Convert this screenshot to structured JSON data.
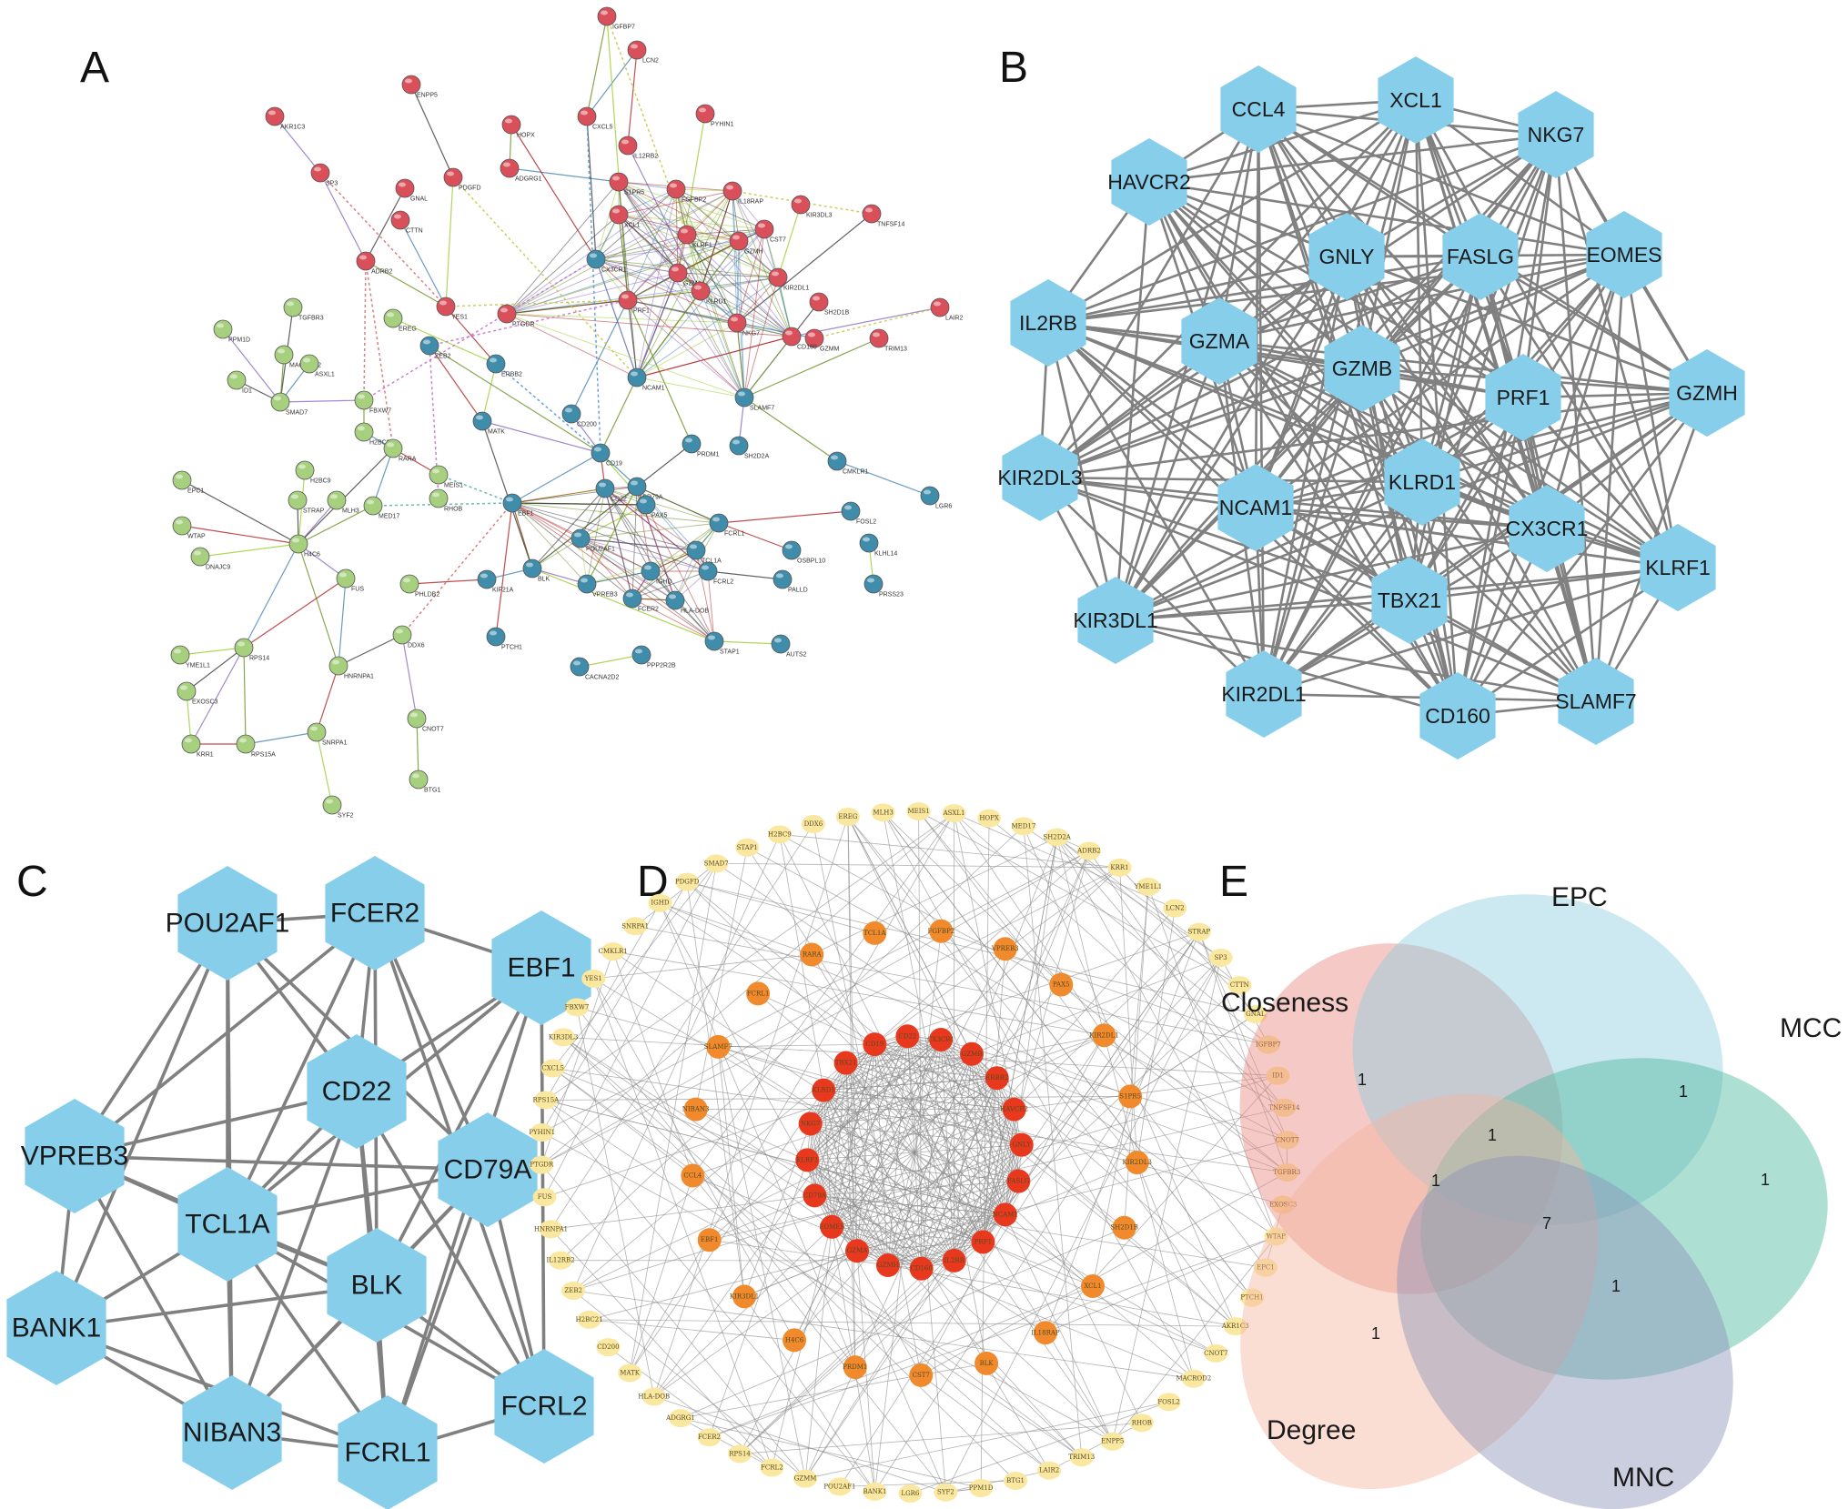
{
  "panels": {
    "a": "A",
    "b": "B",
    "c": "C",
    "d": "D",
    "e": "E"
  },
  "colors": {
    "hex": "#87CEEB",
    "edge": "#808080",
    "nodeRed": "#d9505a",
    "nodeGreen": "#a6cf7e",
    "nodeBlue": "#3f8cab",
    "dInner": "#e8391f",
    "dMid": "#f08a2c",
    "dOuter": "#fbe8a0"
  },
  "panelA": {
    "nodes": [
      {
        "label": "IGFBP7",
        "c": "r"
      },
      {
        "label": "LCN2",
        "c": "r"
      },
      {
        "label": "ENPP5",
        "c": "r"
      },
      {
        "label": "AKR1C3",
        "c": "r"
      },
      {
        "label": "CXCL5",
        "c": "r"
      },
      {
        "label": "PYHIN1",
        "c": "r"
      },
      {
        "label": "HOPX",
        "c": "r"
      },
      {
        "label": "SP3",
        "c": "r"
      },
      {
        "label": "ADGRG1",
        "c": "r"
      },
      {
        "label": "IL12RB2",
        "c": "r"
      },
      {
        "label": "PDGFD",
        "c": "r"
      },
      {
        "label": "GNAL",
        "c": "r"
      },
      {
        "label": "S1PR5",
        "c": "r"
      },
      {
        "label": "FGFBP2",
        "c": "r"
      },
      {
        "label": "IL18RAP",
        "c": "r"
      },
      {
        "label": "KIR3DL3",
        "c": "r"
      },
      {
        "label": "TNFSF14",
        "c": "r"
      },
      {
        "label": "CST7",
        "c": "r"
      },
      {
        "label": "CTTN",
        "c": "r"
      },
      {
        "label": "ADRB2",
        "c": "r"
      },
      {
        "label": "YES1",
        "c": "r"
      },
      {
        "label": "XCL1",
        "c": "r"
      },
      {
        "label": "KLRF1",
        "c": "r"
      },
      {
        "label": "GZMH",
        "c": "r"
      },
      {
        "label": "KIR2DL1",
        "c": "r"
      },
      {
        "label": "SH2D1B",
        "c": "r"
      },
      {
        "label": "LAIR2",
        "c": "r"
      },
      {
        "label": "PTGDR",
        "c": "r"
      },
      {
        "label": "TRIM13",
        "c": "r"
      },
      {
        "label": "GZMM",
        "c": "r"
      },
      {
        "label": "CD160",
        "c": "r"
      },
      {
        "label": "NKG7",
        "c": "r"
      },
      {
        "label": "PRF1",
        "c": "r"
      },
      {
        "label": "GZMA",
        "c": "r"
      },
      {
        "label": "KLRD1",
        "c": "r"
      },
      {
        "label": "CX3CR1",
        "c": "b"
      },
      {
        "label": "EREG",
        "c": "g"
      },
      {
        "label": "TGFBR3",
        "c": "g"
      },
      {
        "label": "PPM1D",
        "c": "g"
      },
      {
        "label": "MACROD2",
        "c": "g"
      },
      {
        "label": "ASXL1",
        "c": "g"
      },
      {
        "label": "ZEB2",
        "c": "b"
      },
      {
        "label": "ERBB2",
        "c": "b"
      },
      {
        "label": "ID1",
        "c": "g"
      },
      {
        "label": "SMAD7",
        "c": "g"
      },
      {
        "label": "FBXW7",
        "c": "g"
      },
      {
        "label": "MATK",
        "c": "b"
      },
      {
        "label": "H2BC21",
        "c": "g"
      },
      {
        "label": "RARA",
        "c": "g"
      },
      {
        "label": "H2BC9",
        "c": "g"
      },
      {
        "label": "MEIS1",
        "c": "g"
      },
      {
        "label": "EPC1",
        "c": "g"
      },
      {
        "label": "STRAP",
        "c": "g"
      },
      {
        "label": "MLH3",
        "c": "g"
      },
      {
        "label": "MED17",
        "c": "g"
      },
      {
        "label": "RHOB",
        "c": "g"
      },
      {
        "label": "WTAP",
        "c": "g"
      },
      {
        "label": "DNAJC9",
        "c": "g"
      },
      {
        "label": "H4C6",
        "c": "g"
      },
      {
        "label": "FUS",
        "c": "g"
      },
      {
        "label": "PHLDB2",
        "c": "g"
      },
      {
        "label": "DDX6",
        "c": "g"
      },
      {
        "label": "YME1L1",
        "c": "g"
      },
      {
        "label": "RPS14",
        "c": "g"
      },
      {
        "label": "HNRNPA1",
        "c": "g"
      },
      {
        "label": "EXOSC3",
        "c": "g"
      },
      {
        "label": "CNOT7",
        "c": "g"
      },
      {
        "label": "SNRPA1",
        "c": "g"
      },
      {
        "label": "KRR1",
        "c": "g"
      },
      {
        "label": "RPS15A",
        "c": "g"
      },
      {
        "label": "BTG1",
        "c": "g"
      },
      {
        "label": "SYF2",
        "c": "g"
      },
      {
        "label": "CD200",
        "c": "b"
      },
      {
        "label": "SLAMF7",
        "c": "b"
      },
      {
        "label": "NCAM1",
        "c": "b"
      },
      {
        "label": "CD19",
        "c": "b"
      },
      {
        "label": "PRDM1",
        "c": "b"
      },
      {
        "label": "SH2D2A",
        "c": "b"
      },
      {
        "label": "CMKLR1",
        "c": "b"
      },
      {
        "label": "LGR6",
        "c": "b"
      },
      {
        "label": "EBF1",
        "c": "b"
      },
      {
        "label": "CD79A",
        "c": "b"
      },
      {
        "label": "CD22",
        "c": "b"
      },
      {
        "label": "PAX5",
        "c": "b"
      },
      {
        "label": "FOSL2",
        "c": "b"
      },
      {
        "label": "KLHL14",
        "c": "b"
      },
      {
        "label": "OSBPL10",
        "c": "b"
      },
      {
        "label": "FCRL1",
        "c": "b"
      },
      {
        "label": "POU2AF1",
        "c": "b"
      },
      {
        "label": "BLK",
        "c": "b"
      },
      {
        "label": "KIF21A",
        "c": "b"
      },
      {
        "label": "TCL1A",
        "c": "b"
      },
      {
        "label": "IGHD",
        "c": "b"
      },
      {
        "label": "FCRL2",
        "c": "b"
      },
      {
        "label": "PALLD",
        "c": "b"
      },
      {
        "label": "PRSS23",
        "c": "b"
      },
      {
        "label": "VPREB3",
        "c": "b"
      },
      {
        "label": "FCER2",
        "c": "b"
      },
      {
        "label": "HLA-DOB",
        "c": "b"
      },
      {
        "label": "STAP1",
        "c": "b"
      },
      {
        "label": "PTCH1",
        "c": "b"
      },
      {
        "label": "CACNA2D2",
        "c": "b"
      },
      {
        "label": "PPP2R2B",
        "c": "b"
      },
      {
        "label": "AUTS2",
        "c": "b"
      }
    ]
  },
  "panelB": {
    "nodes": [
      "CCL4",
      "XCL1",
      "NKG7",
      "HAVCR2",
      "GNLY",
      "FASLG",
      "EOMES",
      "IL2RB",
      "GZMA",
      "GZMB",
      "PRF1",
      "GZMH",
      "KIR2DL3",
      "NCAM1",
      "KLRD1",
      "CX3CR1",
      "KLRF1",
      "KIR3DL1",
      "TBX21",
      "KIR2DL1",
      "CD160",
      "SLAMF7"
    ]
  },
  "panelC": {
    "nodes": [
      "POU2AF1",
      "FCER2",
      "EBF1",
      "CD22",
      "VPREB3",
      "CD79A",
      "TCL1A",
      "BLK",
      "BANK1",
      "NIBAN3",
      "FCRL1",
      "FCRL2"
    ]
  },
  "panelD": {
    "inner": [
      "CD19",
      "CD22",
      "CX3CR1",
      "GZMB",
      "ERBB2",
      "HAVCR2",
      "GNLY",
      "FASLG",
      "NCAM1",
      "PRF1",
      "IL2RB",
      "CD160",
      "GZMH",
      "GZMA",
      "EOMES",
      "CD79A",
      "KLRF1",
      "NKG7",
      "KLRD1",
      "TBX21"
    ],
    "middle": [
      "TCL1A",
      "FGFBP2",
      "VPREB3",
      "PAX5",
      "KIR2DL1",
      "S1PR5",
      "KIR2DL3",
      "SH2D1B",
      "XCL1",
      "IL18RAP",
      "BLK",
      "CST7",
      "PRDM1",
      "H4C6",
      "KIR3DL1",
      "EBF1",
      "CCL4",
      "NIBAN3",
      "SLAMF7",
      "FCRL1",
      "RARA"
    ],
    "outer": [
      "EREG",
      "MLH3",
      "MEIS1",
      "ASXL1",
      "HOPX",
      "MED17",
      "SH2D2A",
      "ADRB2",
      "KRR1",
      "YME1L1",
      "LCN2",
      "STRAP",
      "SP3",
      "CTTN",
      "GNAL",
      "IGFBP7",
      "ID1",
      "TNFSF14",
      "CNOT7",
      "TGFBR3",
      "EXOSC3",
      "WTAP",
      "EPC1",
      "PTCH1",
      "AKR1C3",
      "CNOT7",
      "MACROD2",
      "FOSL2",
      "RHOB",
      "ENPP5",
      "TRIM13",
      "LAIR2",
      "BTG1",
      "PPM1D",
      "SYF2",
      "LGR6",
      "BANK1",
      "POU2AF1",
      "GZMM",
      "FCRL2",
      "RPS14",
      "FCER2",
      "ADGRG1",
      "HLA-DOB",
      "MATK",
      "CD200",
      "H2BC21",
      "ZEB2",
      "IL12RB2",
      "HNRNPA1",
      "FUS",
      "PTGDR",
      "PYHIN1",
      "RPS15A",
      "CXCL5",
      "KIR3DL3",
      "FBXW7",
      "YES1",
      "CMKLR1",
      "SNRPA1",
      "IGHD",
      "PDGFD",
      "SMAD7",
      "STAP1",
      "H2BC9",
      "DDX6"
    ]
  },
  "panelE": {
    "sets": [
      "EPC",
      "Closeness",
      "MCC",
      "Degree",
      "MNC"
    ],
    "counts": [
      "1",
      "1",
      "1",
      "1",
      "1",
      "7",
      "1",
      "1"
    ]
  }
}
